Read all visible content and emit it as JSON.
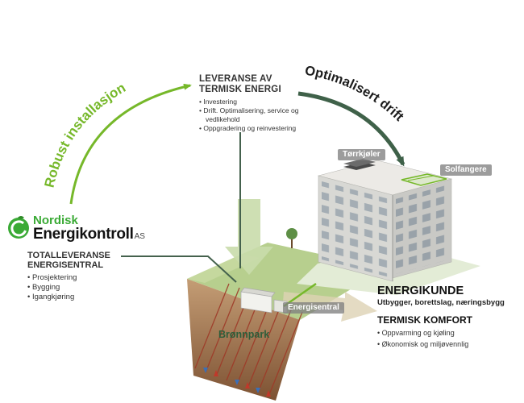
{
  "colors": {
    "accent_green": "#76b82a",
    "dark_green": "#3f6149",
    "logo_green": "#3aaa35",
    "soil_brown": "#8a5c38",
    "label_badge_gray": "#828282"
  },
  "logo": {
    "name_line1": "Nordisk",
    "name_line2": "Energikontroll",
    "suffix": "AS"
  },
  "arrows": {
    "robust": "Robust installasjon",
    "optimal": "Optimalisert drift"
  },
  "leveranse": {
    "title_line1": "LEVERANSE AV",
    "title_line2": "TERMISK ENERGI",
    "bullets": [
      "Investering",
      "Drift. Optimalisering, service og vedlikehold",
      "Oppgradering og reinvestering"
    ]
  },
  "totalleveranse": {
    "title_line1": "TOTALLEVERANSE",
    "title_line2": "ENERGISENTRAL",
    "bullets": [
      "Prosjektering",
      "Bygging",
      "Igangkjøring"
    ]
  },
  "illustration_labels": {
    "torrkjoler": "Tørrkjøler",
    "solfangere": "Solfangere",
    "energisentral": "Energisentral",
    "bronnpark": "Brønnpark"
  },
  "energikunde": {
    "title": "ENERGIKUNDE",
    "subtitle": "Utbygger, borettslag, næringsbygg",
    "section_title": "TERMISK KOMFORT",
    "bullets": [
      "Oppvarming og kjøling",
      "Økonomisk og miljøvennlig"
    ]
  }
}
